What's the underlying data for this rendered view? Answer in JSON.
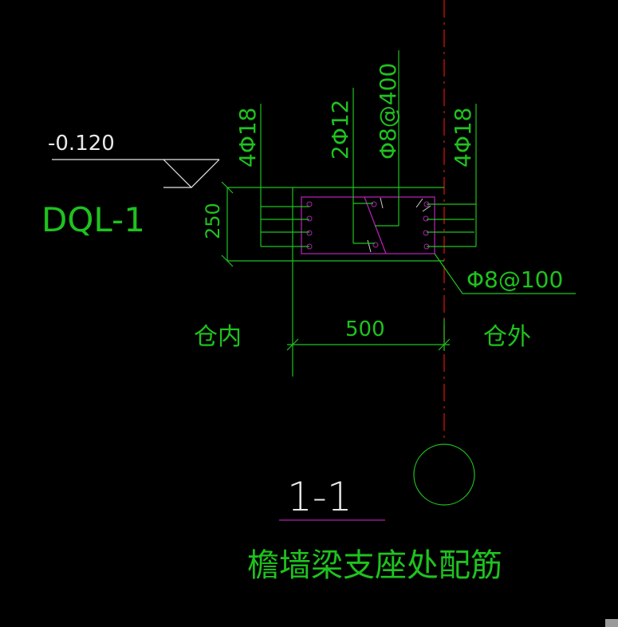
{
  "drawing": {
    "level": "-0.120",
    "beam_name": "DQL-1",
    "height_dim": "250",
    "width_dim": "500",
    "left_bars": "4Φ18",
    "middle_bars": "2Φ12",
    "top_stirrup": "Φ8@400",
    "right_bars": "4Φ18",
    "stirrup": "Φ8@100",
    "inside_label": "仓内",
    "outside_label": "仓外",
    "section_label": "1-1",
    "title": "檐墙梁支座处配筋"
  },
  "colors": {
    "line": "#1fc21f",
    "section": "#b020b0",
    "axis": "#d01010",
    "text_white": "#e8e8e8"
  }
}
